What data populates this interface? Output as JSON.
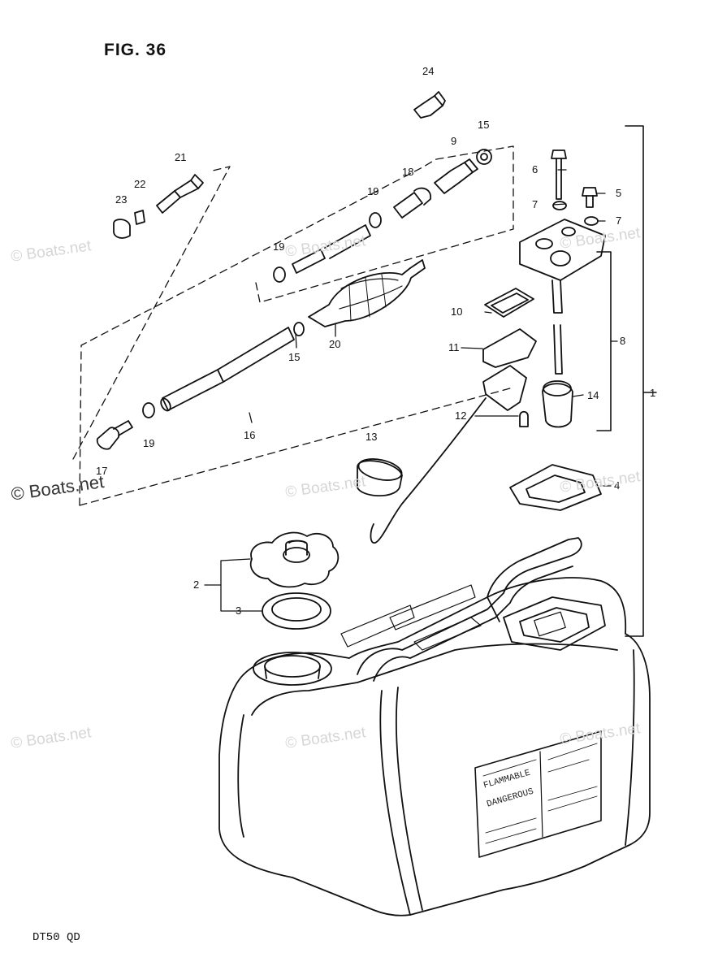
{
  "figure": {
    "title": "FIG. 36",
    "code": "DT50 QD"
  },
  "watermark": {
    "text": "© Boats.net"
  },
  "callouts": [
    {
      "id": "c1",
      "label": "1"
    },
    {
      "id": "c2",
      "label": "2"
    },
    {
      "id": "c3",
      "label": "3"
    },
    {
      "id": "c4",
      "label": "4"
    },
    {
      "id": "c5",
      "label": "5"
    },
    {
      "id": "c6",
      "label": "6"
    },
    {
      "id": "c7a",
      "label": "7"
    },
    {
      "id": "c7b",
      "label": "7"
    },
    {
      "id": "c8",
      "label": "8"
    },
    {
      "id": "c9",
      "label": "9"
    },
    {
      "id": "c10",
      "label": "10"
    },
    {
      "id": "c11",
      "label": "11"
    },
    {
      "id": "c12",
      "label": "12"
    },
    {
      "id": "c13",
      "label": "13"
    },
    {
      "id": "c14",
      "label": "14"
    },
    {
      "id": "c15a",
      "label": "15"
    },
    {
      "id": "c15b",
      "label": "15"
    },
    {
      "id": "c16",
      "label": "16"
    },
    {
      "id": "c17",
      "label": "17"
    },
    {
      "id": "c18",
      "label": "18"
    },
    {
      "id": "c19a",
      "label": "19"
    },
    {
      "id": "c19b",
      "label": "19"
    },
    {
      "id": "c19c",
      "label": "19"
    },
    {
      "id": "c20",
      "label": "20"
    },
    {
      "id": "c21",
      "label": "21"
    },
    {
      "id": "c22",
      "label": "22"
    },
    {
      "id": "c23",
      "label": "23"
    },
    {
      "id": "c24",
      "label": "24"
    }
  ],
  "tank_label": {
    "line1": "FLAMMABLE",
    "line2": "DANGEROUS"
  }
}
